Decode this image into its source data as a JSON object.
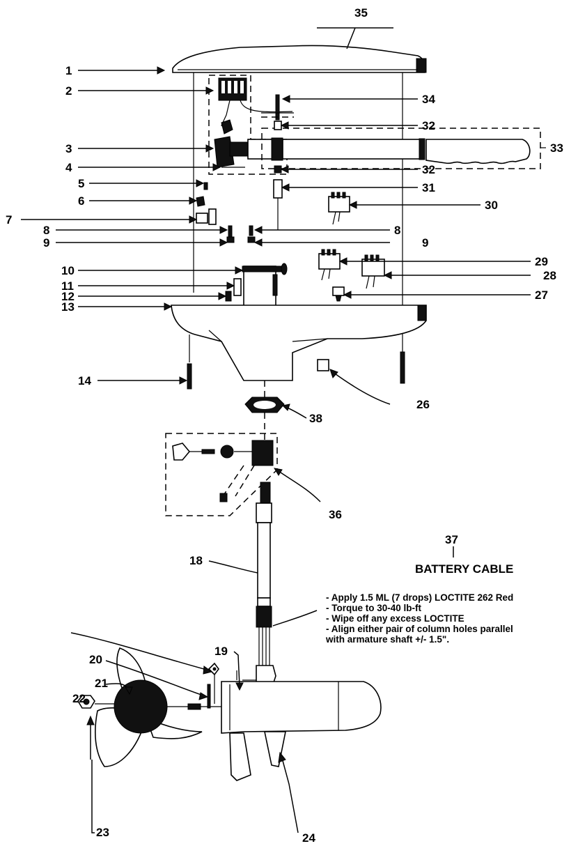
{
  "callouts": {
    "c1": "1",
    "c2": "2",
    "c3": "3",
    "c4": "4",
    "c5": "5",
    "c6": "6",
    "c7": "7",
    "c8a": "8",
    "c8b": "8",
    "c9a": "9",
    "c9b": "9",
    "c10": "10",
    "c11": "11",
    "c12": "12",
    "c13": "13",
    "c14": "14",
    "c18": "18",
    "c19": "19",
    "c20": "20",
    "c21": "21",
    "c22": "22",
    "c23": "23",
    "c24": "24",
    "c26": "26",
    "c27": "27",
    "c28": "28",
    "c29": "29",
    "c30": "30",
    "c31": "31",
    "c32a": "32",
    "c32b": "32",
    "c33": "33",
    "c34": "34",
    "c35": "35",
    "c36": "36",
    "c37": "37",
    "c38": "38"
  },
  "battery_cable_label": "BATTERY CABLE",
  "instructions": [
    "- Apply 1.5 ML (7 drops) LOCTITE 262 Red",
    "- Torque to 30-40 lb-ft",
    "- Wipe off any excess LOCTITE",
    "- Align either pair of column holes parallel",
    "with armature shaft +/- 1.5\"."
  ]
}
